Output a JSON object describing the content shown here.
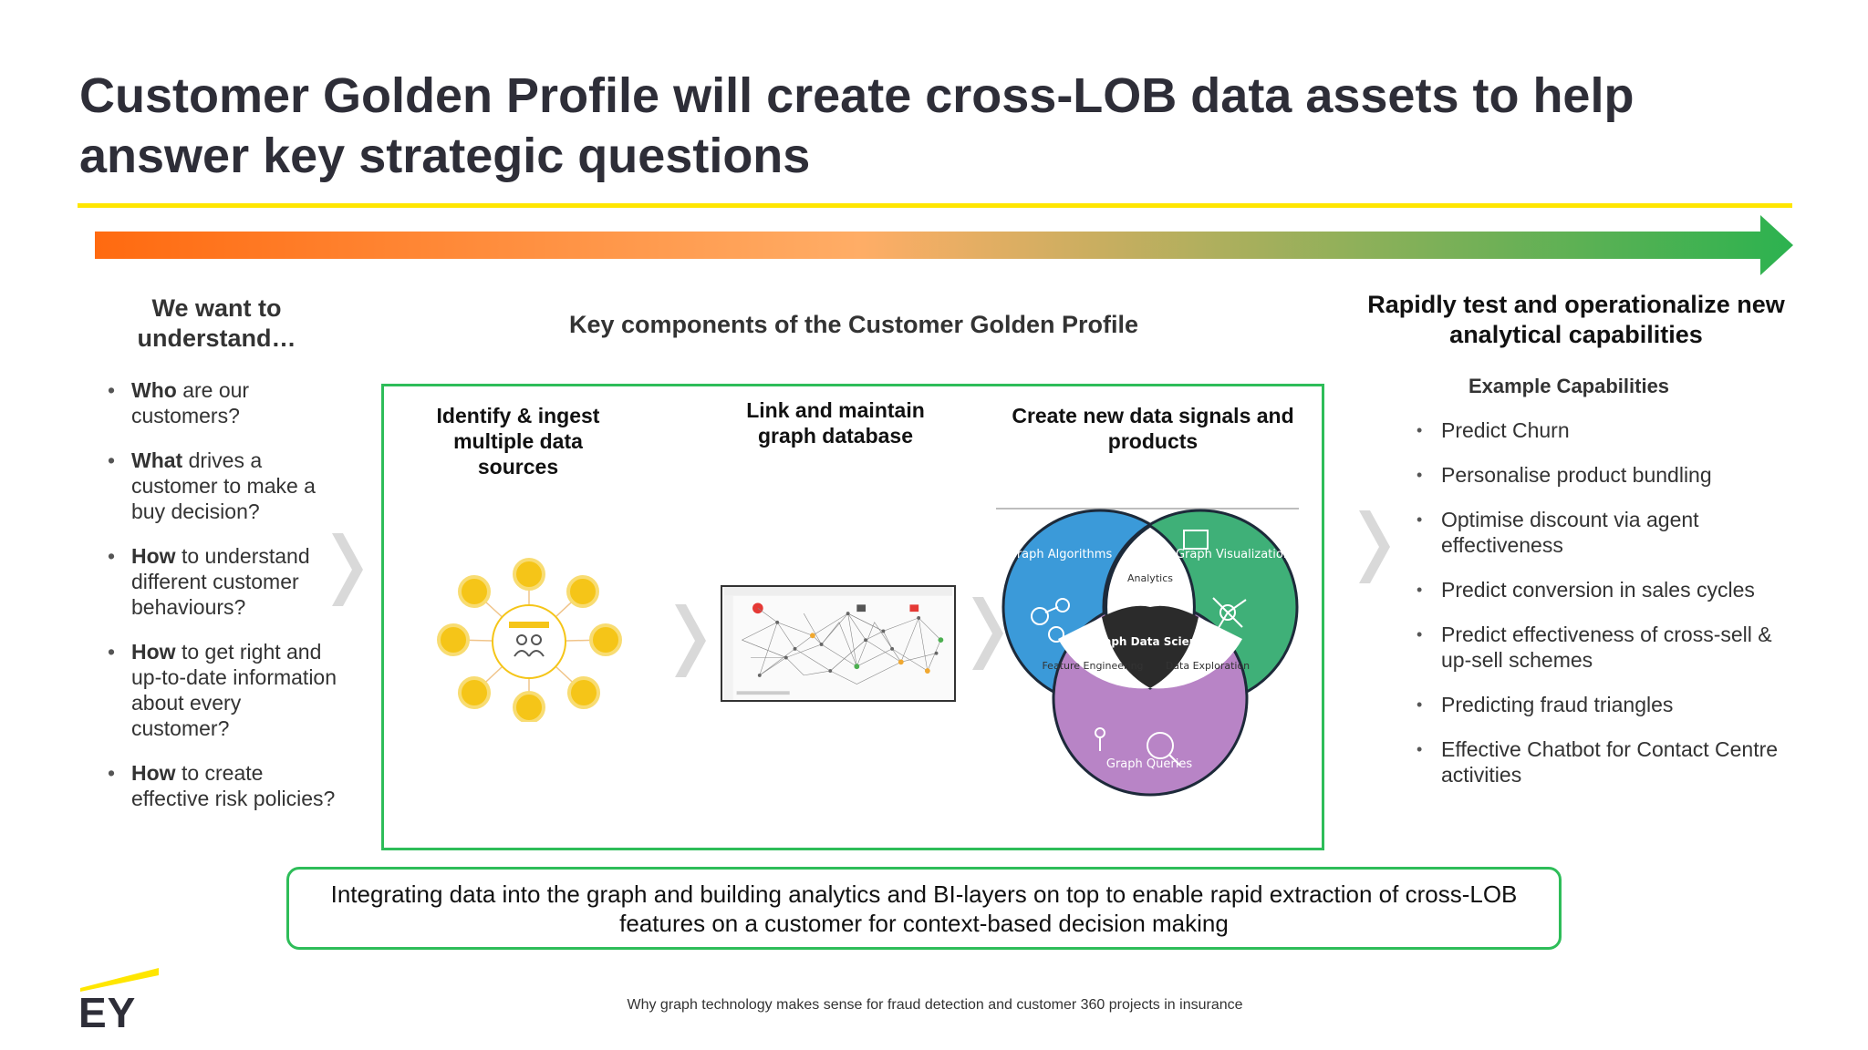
{
  "title": "Customer Golden Profile will create cross-LOB data assets to help answer key strategic questions",
  "colors": {
    "accent_yellow": "#ffe600",
    "arrow_start": "#ff6a10",
    "arrow_mid": "#ffad66",
    "arrow_end": "#2cb24f",
    "box_green": "#2ebd59",
    "venn_blue": "#3b9ad9",
    "venn_green": "#3fb078",
    "venn_purple": "#b884c6",
    "node_yellow": "#f5c518"
  },
  "left": {
    "heading": "We want to understand…",
    "questions": [
      {
        "lead": "Who",
        "rest": " are our customers?"
      },
      {
        "lead": "What",
        "rest": " drives a customer to make a buy decision?"
      },
      {
        "lead": "How",
        "rest": " to understand different customer behaviours?"
      },
      {
        "lead": "How",
        "rest": " to get right and up-to-date information about every customer?"
      },
      {
        "lead": "How",
        "rest": " to create effective risk policies?"
      }
    ]
  },
  "middle": {
    "heading": "Key components of the Customer Golden Profile",
    "col1": "Identify & ingest multiple data sources",
    "col2": "Link and maintain graph database",
    "col3": "Create new data signals and products",
    "venn": {
      "blue": "Graph Algorithms",
      "green": "Graph Visualization",
      "purple": "Graph Queries",
      "top_overlap": "Analytics",
      "center": "Graph Data Science",
      "left_overlap": "Feature Engineering",
      "right_overlap": "Data Exploration"
    }
  },
  "right": {
    "heading": "Rapidly test and operationalize new analytical capabilities",
    "subheading": "Example Capabilities",
    "capabilities": [
      "Predict Churn",
      "Personalise product bundling",
      "Optimise discount via agent effectiveness",
      "Predict conversion in sales cycles",
      "Predict effectiveness of cross-sell & up-sell schemes",
      "Predicting fraud triangles",
      "Effective Chatbot for Contact Centre activities"
    ]
  },
  "summary": "Integrating data into the graph and building analytics and BI-layers on top to enable rapid extraction of cross-LOB features on a customer for context-based decision making",
  "footer": {
    "logo": "EY",
    "footnote": "Why graph technology makes sense for fraud detection and customer 360 projects in insurance"
  }
}
